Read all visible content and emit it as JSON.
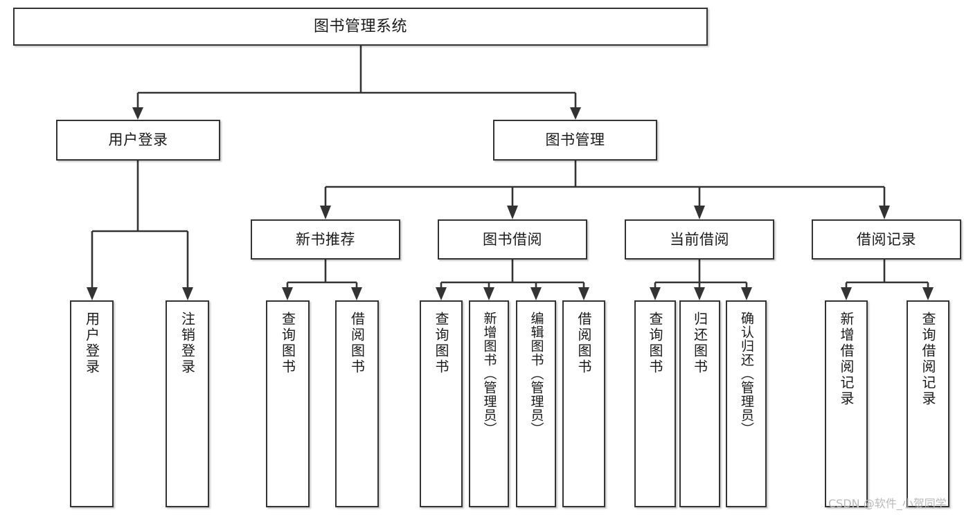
{
  "diagram": {
    "title": "图书管理系统",
    "type": "tree",
    "watermark": "CSDN @软件_小贺同学",
    "colors": {
      "stroke": "#333333",
      "box_fill": "#ffffff",
      "text": "#1a1a1a",
      "watermark": "#b9b9b9",
      "background": "#ffffff"
    },
    "root": {
      "label": "图书管理系统"
    },
    "level2": [
      {
        "label": "用户登录"
      },
      {
        "label": "图书管理"
      }
    ],
    "level3": [
      {
        "label": "新书推荐"
      },
      {
        "label": "图书借阅"
      },
      {
        "label": "当前借阅"
      },
      {
        "label": "借阅记录"
      }
    ],
    "leaves": {
      "user_login": [
        {
          "label": "用户登录"
        },
        {
          "label": "注销登录"
        }
      ],
      "new_book": [
        {
          "label": "查询图书"
        },
        {
          "label": "借阅图书"
        }
      ],
      "book_borrow": [
        {
          "label": "查询图书"
        },
        {
          "label": "新增图书（管理员）"
        },
        {
          "label": "编辑图书（管理员）"
        },
        {
          "label": "借阅图书"
        }
      ],
      "current_borrow": [
        {
          "label": "查询图书"
        },
        {
          "label": "归还图书"
        },
        {
          "label": "确认归还（管理员）"
        }
      ],
      "borrow_record": [
        {
          "label": "新增借阅记录"
        },
        {
          "label": "查询借阅记录"
        }
      ]
    }
  }
}
